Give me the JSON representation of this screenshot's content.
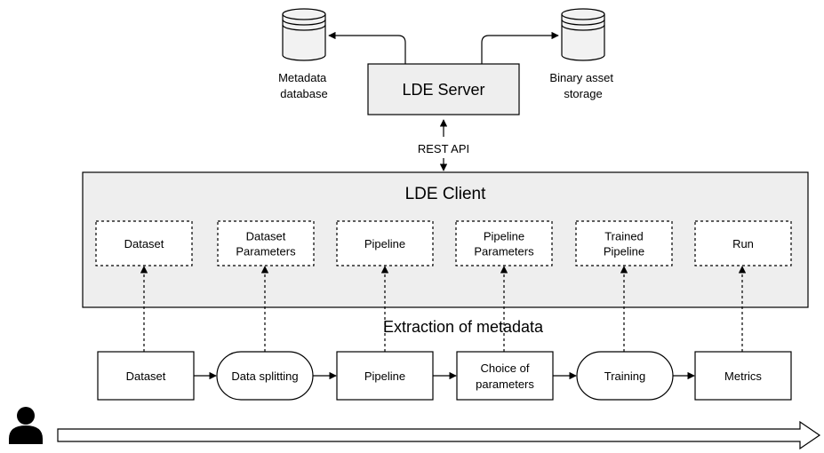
{
  "server": {
    "label": "LDE Server",
    "metadata_db": [
      "Metadata",
      "database"
    ],
    "binary_storage": [
      "Binary asset",
      "storage"
    ],
    "api_label": "REST API"
  },
  "client": {
    "label": "LDE Client",
    "entities": [
      {
        "lines": [
          "Dataset"
        ]
      },
      {
        "lines": [
          "Dataset",
          "Parameters"
        ]
      },
      {
        "lines": [
          "Pipeline"
        ]
      },
      {
        "lines": [
          "Pipeline",
          "Parameters"
        ]
      },
      {
        "lines": [
          "Trained",
          "Pipeline"
        ]
      },
      {
        "lines": [
          "Run"
        ]
      }
    ]
  },
  "extraction_label": "Extraction of metadata",
  "workflow": [
    {
      "lines": [
        "Dataset"
      ],
      "shape": "rect"
    },
    {
      "lines": [
        "Data splitting"
      ],
      "shape": "rounded"
    },
    {
      "lines": [
        "Pipeline"
      ],
      "shape": "rect"
    },
    {
      "lines": [
        "Choice of",
        "parameters"
      ],
      "shape": "rect"
    },
    {
      "lines": [
        "Training"
      ],
      "shape": "rounded"
    },
    {
      "lines": [
        "Metrics"
      ],
      "shape": "rect"
    }
  ],
  "icons": {
    "database": "database-cylinder-icon",
    "user": "user-icon",
    "timeline": "timeline-arrow-icon"
  }
}
